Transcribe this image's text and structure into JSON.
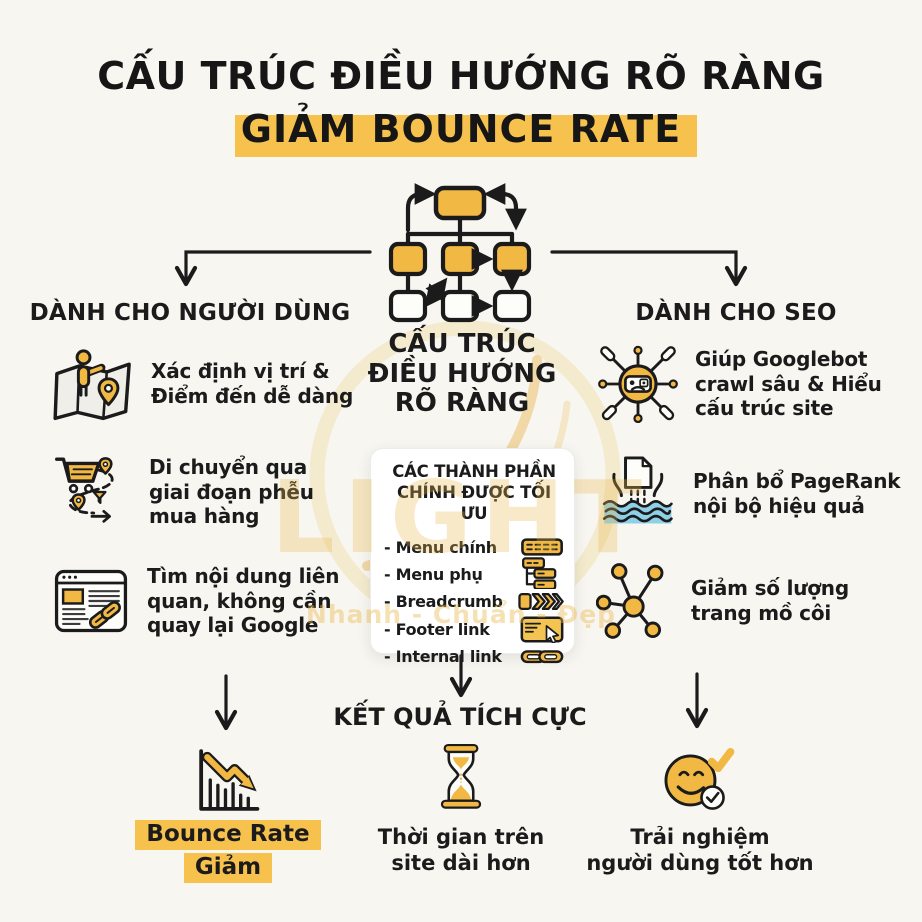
{
  "colors": {
    "background": "#f8f6f1",
    "accent_yellow": "#f2b844",
    "highlight_yellow": "#f6c14d",
    "text": "#1b1b1b",
    "water_blue": "#8fd0e8",
    "card_background": "#ffffff"
  },
  "title": {
    "line1": "CẤU TRÚC ĐIỀU HƯỚNG RÕ RÀNG",
    "line2": "GIẢM BOUNCE RATE"
  },
  "diagram": {
    "icon": "sitemap-hierarchy-icon"
  },
  "left_column": {
    "header": "DÀNH CHO NGƯỜI DÙNG",
    "items": [
      {
        "icon": "map-location-icon",
        "text": "Xác định vị trí &\nĐiểm đến dễ dàng"
      },
      {
        "icon": "purchase-funnel-path-icon",
        "text": "Di chuyển qua\ngiai đoạn phễu\nmua hàng"
      },
      {
        "icon": "webpage-link-icon",
        "text": "Tìm nội dung liên\nquan, không cần\nquay lại Google"
      }
    ],
    "result": {
      "icon": "bounce-rate-decline-chart-icon",
      "line1": "Bounce Rate",
      "line2": "Giảm"
    }
  },
  "center_column": {
    "label_line1": "CẤU TRÚC",
    "label_line2": "ĐIỀU HƯỚNG",
    "label_line3": "RÕ RÀNG",
    "card": {
      "title_line1": "CÁC THÀNH PHẦN",
      "title_line2": "CHÍNH ĐƯỢC TỐI ƯU",
      "items": [
        {
          "label": "- Menu chính",
          "icon": "main-menu-icon"
        },
        {
          "label": "- Menu phụ",
          "icon": "submenu-tree-icon"
        },
        {
          "label": "- Breadcrumb",
          "icon": "breadcrumb-chevrons-icon"
        },
        {
          "label": "- Footer link",
          "icon": "footer-link-cursor-icon"
        },
        {
          "label": "- Internal link",
          "icon": "internal-link-chain-icon"
        }
      ]
    }
  },
  "right_column": {
    "header": "DÀNH CHO SEO",
    "items": [
      {
        "icon": "googlebot-crawler-icon",
        "text": "Giúp Googlebot\ncrawl sâu & Hiểu\ncấu trúc site"
      },
      {
        "icon": "pagerank-waterfall-icon",
        "text": "Phân bổ PageRank\nnội bộ hiệu quả"
      },
      {
        "icon": "orphan-pages-network-icon",
        "text": "Giảm số lượng\ntrang mồ côi"
      }
    ]
  },
  "results": {
    "header": "KẾT QUẢ TÍCH CỰC",
    "time_on_site": {
      "icon": "hourglass-icon",
      "text": "Thời gian trên\nsite dài hơn"
    },
    "user_experience": {
      "icon": "smiley-check-icon",
      "text": "Trải nghiệm\nngười dùng tốt hơn"
    }
  },
  "watermark": {
    "brand": "LIGHT",
    "tagline": "Nhanh - Chuẩn - Đẹp"
  }
}
